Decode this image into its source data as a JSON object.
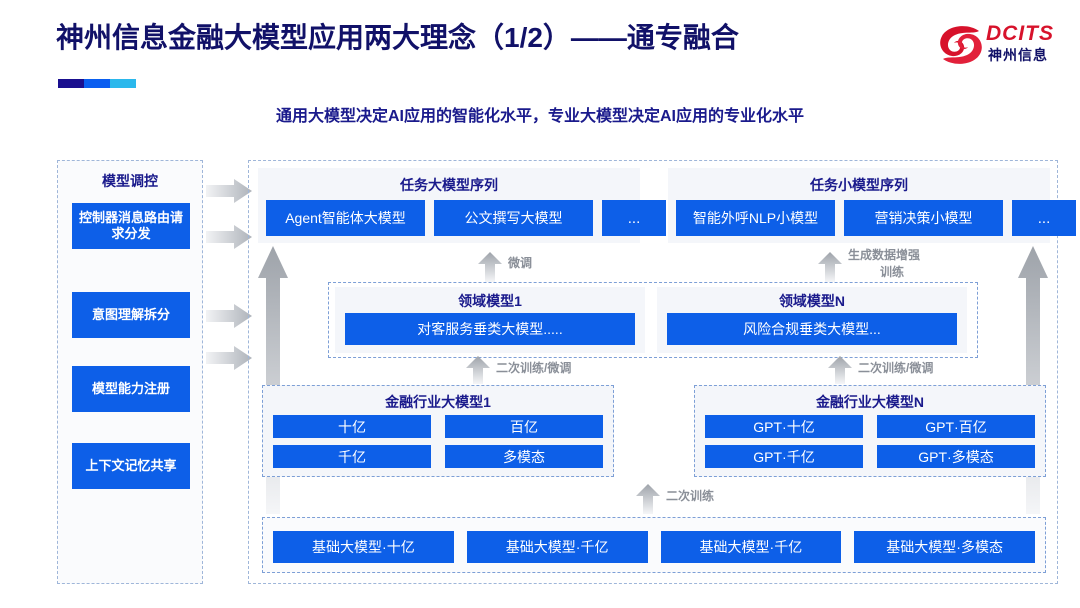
{
  "header": {
    "title": "神州信息金融大模型应用两大理念（1/2）——通专融合",
    "subtitle": "通用大模型决定AI应用的智能化水平，专业大模型决定AI应用的专业化水平",
    "logo": {
      "en": "DCITS",
      "cn": "神州信息",
      "mark": "spiral-logo-icon",
      "brand_color": "#d7122b"
    },
    "rule_colors": [
      "#1a0f8f",
      "#0a5ef0",
      "#2bb8ec"
    ]
  },
  "control_panel": {
    "title": "模型调控",
    "items": [
      {
        "label": "控制器消息路由请求分发"
      },
      {
        "label": "意图理解拆分"
      },
      {
        "label": "模型能力注册"
      },
      {
        "label": "上下文记忆共享"
      }
    ]
  },
  "task_sequences": [
    {
      "title": "任务大模型序列",
      "items": [
        "Agent智能体大模型",
        "公文撰写大模型",
        "..."
      ]
    },
    {
      "title": "任务小模型序列",
      "items": [
        "智能外呼NLP小模型",
        "营销决策小模型",
        "..."
      ]
    }
  ],
  "domain_models": [
    {
      "title": "领域模型1",
      "box": "对客服务垂类大模型....."
    },
    {
      "title": "领域模型N",
      "box": "风险合规垂类大模型..."
    }
  ],
  "industry_models": [
    {
      "title": "金融行业大模型1",
      "cells": [
        "十亿",
        "百亿",
        "千亿",
        "多模态"
      ]
    },
    {
      "title": "金融行业大模型N",
      "cells": [
        "GPT·十亿",
        "GPT·百亿",
        "GPT·千亿",
        "GPT·多模态"
      ]
    }
  ],
  "base_models": {
    "cells": [
      "基础大模型·十亿",
      "基础大模型·千亿",
      "基础大模型·千亿",
      "基础大模型·多模态"
    ]
  },
  "arrow_labels": {
    "fine_tune": "微调",
    "data_augment_line1": "生成数据增强",
    "data_augment_line2": "训练",
    "retrain_tune_left": "二次训练/微调",
    "retrain_tune_right": "二次训练/微调",
    "retrain": "二次训练"
  },
  "colors": {
    "accent_blue": "#0d5fe8",
    "title_navy": "#111168",
    "panel_gray": "#f4f6fa",
    "dashed_border": "#9fb6d9",
    "arrow_gray": "#b9bdc4"
  }
}
